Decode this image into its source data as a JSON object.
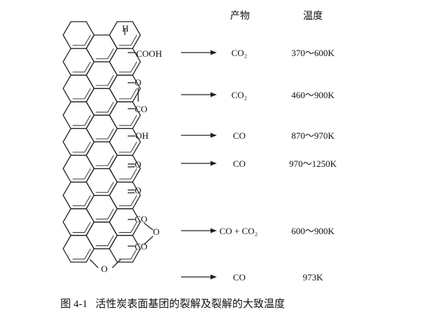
{
  "header": {
    "product": "产物",
    "temperature": "温度"
  },
  "top_atom": "H",
  "groups": {
    "carboxyl": "COOH",
    "lactone_o": "O",
    "lactone_co": "CO",
    "hydroxyl": "OH",
    "quinone1": "O",
    "quinone2": "O",
    "anhydride_co_top": "CO",
    "anhydride_o": "O",
    "anhydride_co_bottom": "CO",
    "ether_o": "O"
  },
  "rows": [
    {
      "product": "CO₂",
      "temperature": "370～600K"
    },
    {
      "product": "CO₂",
      "temperature": "460～900K"
    },
    {
      "product": "CO",
      "temperature": "870～970K"
    },
    {
      "product": "CO",
      "temperature": "970～1250K"
    },
    {
      "product": "CO + CO₂",
      "temperature": "600～900K"
    },
    {
      "product": "CO",
      "temperature": "973K"
    }
  ],
  "caption": "图 4-1   活性炭表面基团的裂解及裂解的大致温度"
}
